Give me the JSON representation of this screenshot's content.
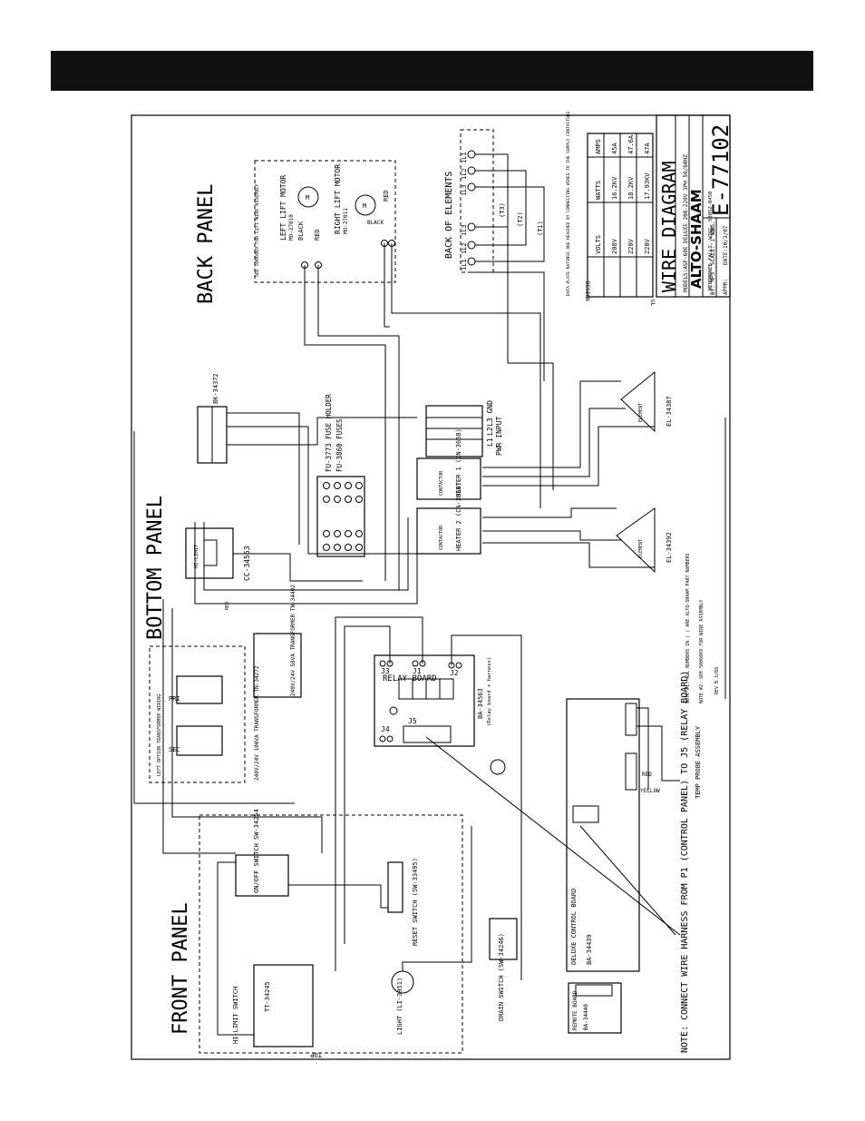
{
  "back_panel": {
    "title": "BACK PANEL",
    "lift_note": "SEE 5006069 FOR LIFT WIRE ASSEMBLY",
    "left_motor": "LEFT LIFT MOTOR",
    "left_motor_part": "MO-27010",
    "right_motor": "RIGHT LIFT MOTOR",
    "right_motor_part": "MO-27011",
    "black": "BLACK",
    "red": "RED",
    "block": "BK-34372"
  },
  "elements": {
    "title": "BACK OF ELEMENTS",
    "l1": "1L1",
    "l2": "1L2",
    "l3": "1L3",
    "t3": "(T3)",
    "t2": "(T2)",
    "t1": "(T1)",
    "note": "DATA PLATE RATINGS ARE REACHED BY CONNECTING WIRES TO THE SUPPLY CONTACTORS"
  },
  "ratings_table": {
    "header": [
      "VOLTS",
      "WATTS",
      "AMPS"
    ],
    "rows": [
      [
        "208V",
        "16.2KV",
        "45A"
      ],
      [
        "220V",
        "18.2KV",
        "47.6A"
      ],
      [
        "220V",
        "17.93KV",
        "47A"
      ]
    ],
    "side": [
      "DESIGN",
      "UL"
    ]
  },
  "title_block": {
    "title": "WIRE DIAGRAM",
    "models": "MODELS:ASF-60E DELUXE 208-220V 3PH 50/60HZ",
    "brand": "ALTO-SHAAM",
    "address": "MENOMONEE FALLS, WISC. 53052-0450",
    "by": "BY: MP3",
    "scale": "SCALE: 1\"=1\"",
    "dwg": "DWG.",
    "appr": "APPR:",
    "date": "DATE:10/3/07",
    "number": "E-77102"
  },
  "power": {
    "fuse_holder": "FU-3773 FUSE HOLDER",
    "fuses": "FU-3860 FUSES",
    "input": "PWR INPUT",
    "gnd": "L3 GND",
    "l2": "L2",
    "l1": "L1"
  },
  "contactors": {
    "heater1": "HEATER 1 (CN-3658)",
    "heater2": "HEATER 2 (CN-3658)",
    "contactor": "CONTACTOR"
  },
  "heating_elements": {
    "el1": "EL-34387",
    "el2": "EL-34392",
    "element": "ELEMENT"
  },
  "bottom_panel": {
    "title": "BOTTOM PANEL",
    "hi_limit": "HI-LIMIT",
    "cc": "CC-34563",
    "red": "RED",
    "trans": "240V/24V 50VA TRANSFORMER TN-34402",
    "pri": "PRI",
    "sec": "SEC",
    "trans2": "240V/24V 100VA TRANSFORMER TN-34272",
    "lift_note": "LEFT OPTION TRANSFORMER WIRING"
  },
  "relay": {
    "label": "RELAY BOARD",
    "part": "BA-34563",
    "desc": "(Relay board + harness)",
    "j1": "J1",
    "j2": "J2",
    "j3": "J3",
    "j4": "J4",
    "j5": "J5"
  },
  "front_panel": {
    "title": "FRONT PANEL",
    "onoff": "ON/OFF SWITCH SW-34254",
    "reset": "RESET SWITCH (SW-33495)",
    "hilimit": "HI-LIMIT SWITCH",
    "tt": "TT-34245",
    "light": "LIGHT (LI-3951)",
    "drain": "DRAIN SWITCH (SW-34246)",
    "top": "TOP"
  },
  "control": {
    "deluxe": "DELUXE CONTROL BOARD",
    "deluxe_part": "BA-34439",
    "remote": "REMOTE BOARD",
    "remote_part": "BA-34440",
    "red": "RED",
    "yellow": "YELLOW",
    "probe": "TEMP PROBE ASSEMBLY"
  },
  "notes": {
    "main": "NOTE: CONNECT WIRE HARNESS FROM P1 (CONTROL PANEL) TO J5 (RELAY BOARD)",
    "n1": "NOTE #1: ALL NUMBERS IN ( ) ARE ALTO-SHAAM PART NUMBERS",
    "n2": "NOTE #2: SEE 5006069 FOR WIRE ASSEMBLY",
    "rev": "REV B 3/08"
  }
}
